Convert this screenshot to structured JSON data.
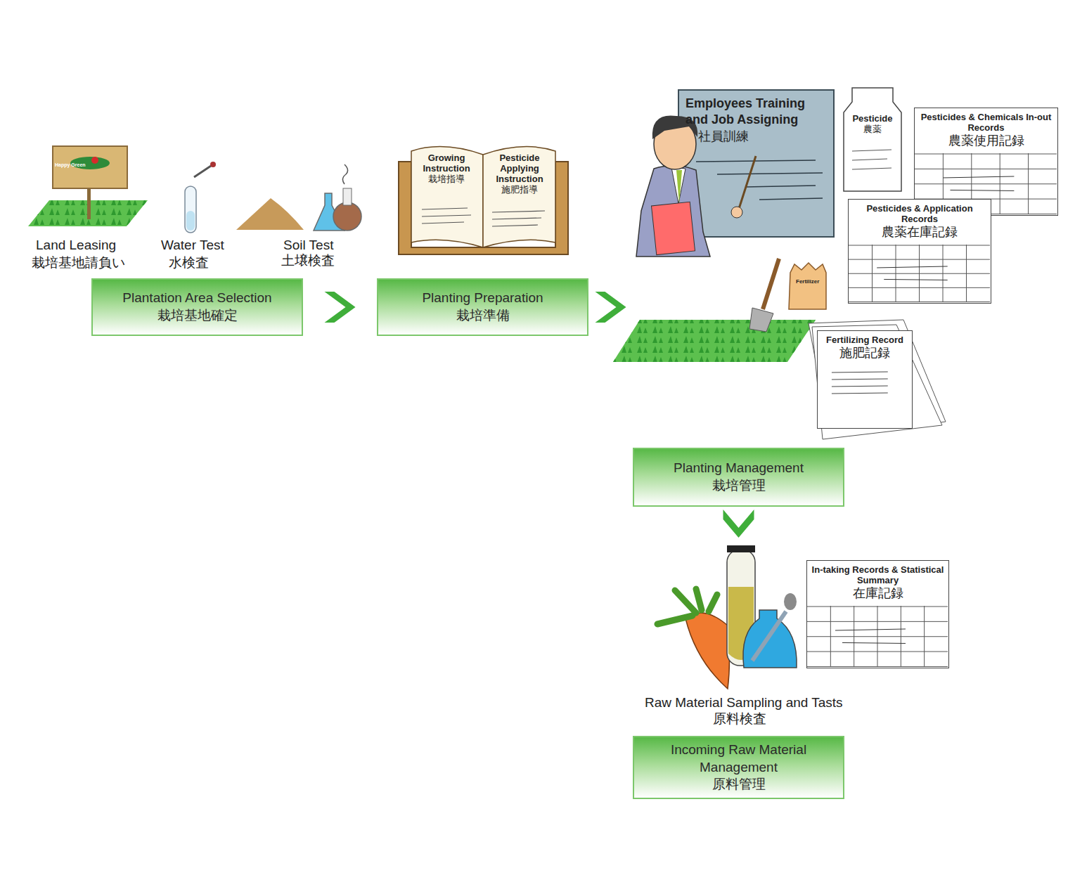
{
  "diagram": {
    "nodes": [
      {
        "text": [
          "Plantation Area Selection",
          "栽培基地確定"
        ]
      },
      {
        "text": [
          "Growing Instruction",
          "栽培指導"
        ]
      },
      {
        "text": [
          "Pesticide Applying Instruction",
          "施肥指導"
        ]
      },
      {
        "text": [
          "Planting Preparation",
          "栽培準備"
        ]
      },
      {
        "text": [
          "Employees Training and Job Assigning",
          "社員訓練"
        ]
      },
      {
        "text": [
          "Pesticide",
          "農薬"
        ]
      },
      {
        "text": [
          "Pesticides & Chemicals In-out Records",
          "農薬使用記録"
        ]
      },
      {
        "text": [
          "Pesticides & Application Records",
          "農薬在庫記録"
        ]
      },
      {
        "text": [
          "Fertilizing Record",
          "施肥記録"
        ]
      },
      {
        "text": [
          "Planting Management",
          "栽培管理"
        ]
      },
      {
        "text": [
          "In-taking Records & Statistical Summary",
          "在庫記録"
        ]
      },
      {
        "text": [
          "Incoming Raw Material Management",
          "原料管理"
        ]
      }
    ],
    "edges": [
      {
        "from": 0,
        "to": 3,
        "arrow": "to"
      },
      {
        "from": 3,
        "to": 9,
        "arrow": "to"
      },
      {
        "from": 9,
        "to": 11,
        "arrow": "to"
      }
    ],
    "labels": [
      "Happy Green",
      "Land Leasing",
      "栽培基地請負い",
      "Water Test",
      "水検査",
      "Soil Test",
      "土壌検査",
      "Fertilizer",
      "Raw Material Sampling and Tasts",
      "原料検査"
    ]
  }
}
